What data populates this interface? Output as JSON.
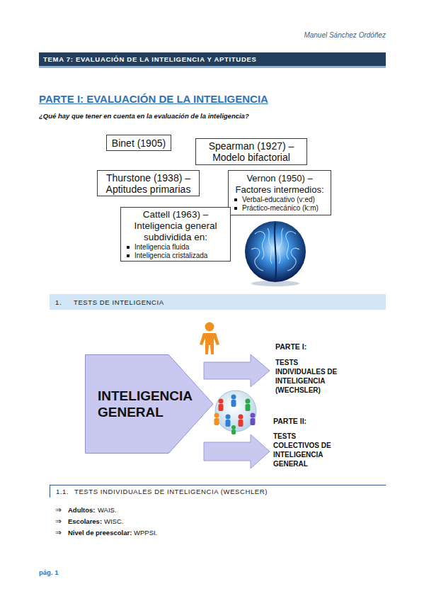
{
  "diagram": {
    "title": "PARTE I: EVALUACIÓN DE LA INTELIGENCIA",
    "nodes": [
      {
        "text": [
          "TEMA 7: EVALUACIÓN DE LA INTELIGENCIA Y APTITUDES"
        ]
      },
      {
        "text": [
          "Binet (1905)"
        ]
      },
      {
        "text": [
          "Spearman (1927) – Modelo bifactorial"
        ]
      },
      {
        "text": [
          "Thurstone (1938) – Aptitudes primarias"
        ]
      },
      {
        "text": [
          "Vernon (1950) – Factores intermedios:",
          "Verbal-educativo (v:ed)",
          "Práctico-mecánico (k:m)"
        ]
      },
      {
        "text": [
          "Cattell (1963) – Inteligencia general subdividida en:",
          "Inteligencia fluida",
          "Inteligencia cristalizada"
        ]
      },
      {
        "text": [
          "1.",
          "TESTS DE INTELIGENCIA"
        ]
      },
      {
        "text": [
          "INTELIGENCIA GENERAL"
        ]
      },
      {
        "text": [
          "1.1.",
          "TESTS INDIVIDUALES DE INTELIGENCIA (WESCHLER)"
        ]
      }
    ],
    "labels": [
      "Manuel Sánchez Ordóñez",
      "¿Qué hay que tener en cuenta en la evaluación de la inteligencia?",
      "PARTE I:",
      "TESTS INDIVIDUALES DE INTELIGENCIA (WECHSLER)",
      "PARTE II:",
      "TESTS COLECTIVOS DE INTELIGENCIA GENERAL",
      "⇒",
      "Adultos:",
      "WAIS.",
      "⇒",
      "Escolares:",
      "WISC.",
      "⇒",
      "Nivel de preescolar:",
      "WPPSI.",
      "pág. 1"
    ]
  }
}
